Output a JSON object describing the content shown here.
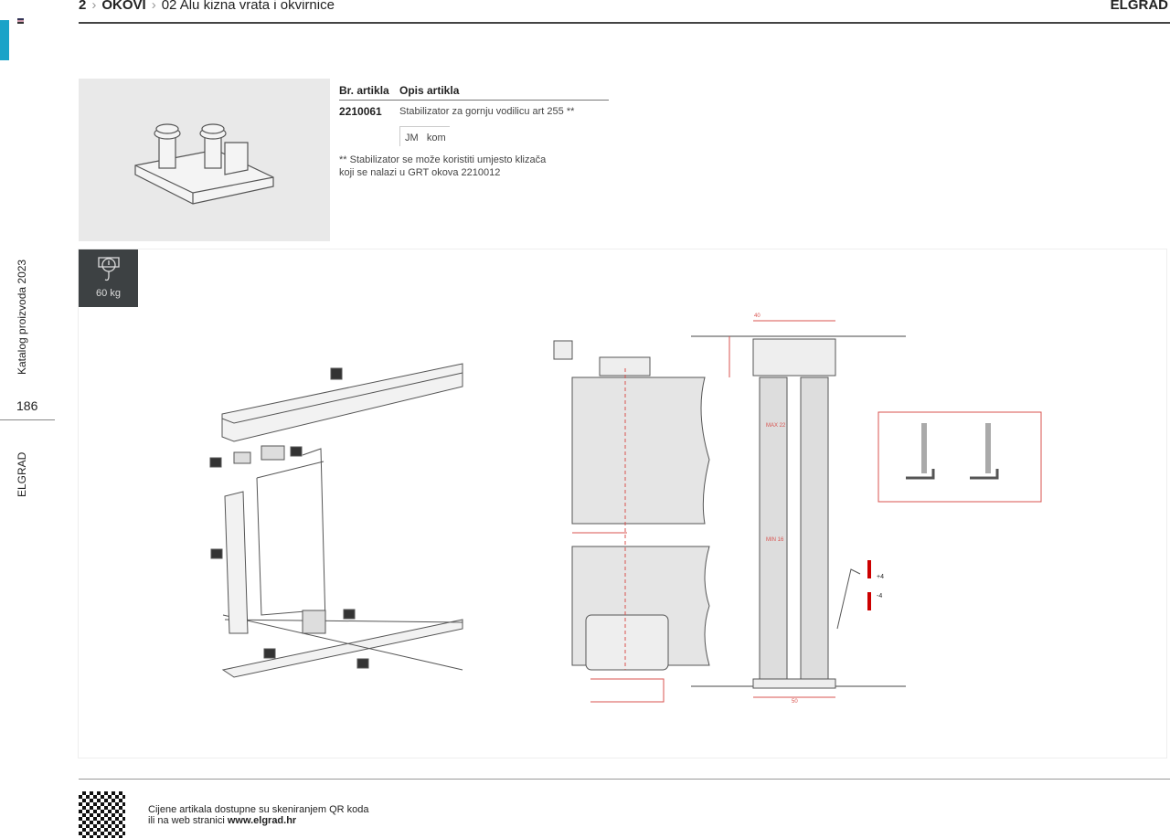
{
  "header": {
    "chapter": "2",
    "section": "OKOVI",
    "subsection_num": "02",
    "subsection": "Alu kizna vrata i okvirnice",
    "brand": "ELGRAD"
  },
  "sidebar": {
    "catalog": "Katalog proizvoda 2023",
    "page": "186",
    "brand": "ELGRAD",
    "accent": "#1aa3c8"
  },
  "table": {
    "col_article": "Br. artikla",
    "col_desc": "Opis artikla",
    "article": "2210061",
    "description": "Stabilizator za gornju vodilicu art 255 **",
    "unit_label": "JM",
    "unit": "kom",
    "note_line1": "** Stabilizator se može koristiti umjesto klizača",
    "note_line2": "koji se nalazi u GRT okova 2210012"
  },
  "badge": {
    "icon": "hanging-scale-icon",
    "load": "60 kg"
  },
  "drawing": {
    "dim_color": "#d9534f",
    "labels": {
      "top_width": "40",
      "max": "MAX 22",
      "min": "MIN 16",
      "bottom_width": "50",
      "up": "+4",
      "down": "-4"
    }
  },
  "footer": {
    "line1": "Cijene artikala dostupne su skeniranjem QR koda",
    "line2_prefix": "ili na web stranici ",
    "website": "www.elgrad.hr"
  }
}
